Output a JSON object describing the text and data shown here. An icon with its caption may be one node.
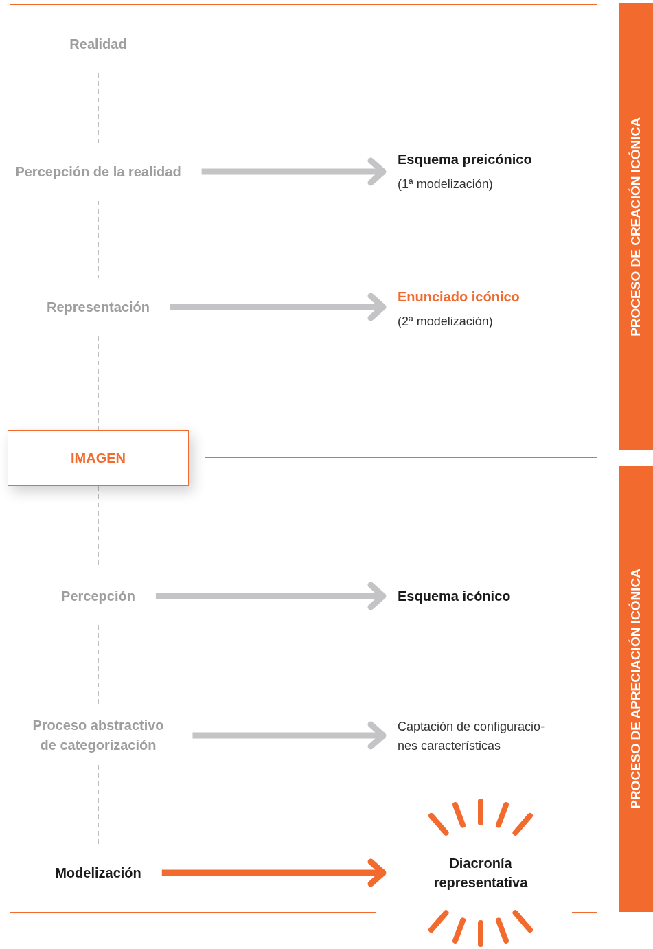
{
  "diagram": {
    "nodes": [
      {
        "text": [
          "Realidad"
        ]
      },
      {
        "text": [
          "Percepción de la realidad"
        ]
      },
      {
        "text": [
          "Esquema preicónico",
          "(1ª modelización)"
        ]
      },
      {
        "text": [
          "Representación"
        ]
      },
      {
        "text": [
          "Enunciado icónico",
          "(2ª modelización)"
        ]
      },
      {
        "text": [
          "IMAGEN"
        ]
      },
      {
        "text": [
          "Percepción"
        ]
      },
      {
        "text": [
          "Esquema icónico"
        ]
      },
      {
        "text": [
          "Proceso abstractivo de categorización"
        ]
      },
      {
        "text": [
          "Captación de configuracio- nes características"
        ]
      },
      {
        "text": [
          "Modelización"
        ]
      },
      {
        "text": [
          "Diacronía representativa"
        ]
      },
      {
        "text": [
          "PROCESO DE CREACIÓN ICÓNICA"
        ]
      },
      {
        "text": [
          "PROCESO DE APRECIACIÓN ICÓNICA"
        ]
      }
    ],
    "edges": [
      {
        "from": 0,
        "to": 1,
        "arrow": "none",
        "style": "dashed"
      },
      {
        "from": 1,
        "to": 3,
        "arrow": "none",
        "style": "dashed"
      },
      {
        "from": 3,
        "to": 5,
        "arrow": "none",
        "style": "dashed"
      },
      {
        "from": 5,
        "to": 6,
        "arrow": "none",
        "style": "dashed"
      },
      {
        "from": 6,
        "to": 8,
        "arrow": "none",
        "style": "dashed"
      },
      {
        "from": 8,
        "to": 10,
        "arrow": "none",
        "style": "dashed"
      },
      {
        "from": 1,
        "to": 2,
        "arrow": "to",
        "style": "thick"
      },
      {
        "from": 3,
        "to": 4,
        "arrow": "to",
        "style": "thick"
      },
      {
        "from": 6,
        "to": 7,
        "arrow": "to",
        "style": "thick"
      },
      {
        "from": 8,
        "to": 9,
        "arrow": "to",
        "style": "thick"
      },
      {
        "from": 10,
        "to": 11,
        "arrow": "to",
        "style": "thick",
        "color": "#f26a2e"
      }
    ]
  }
}
